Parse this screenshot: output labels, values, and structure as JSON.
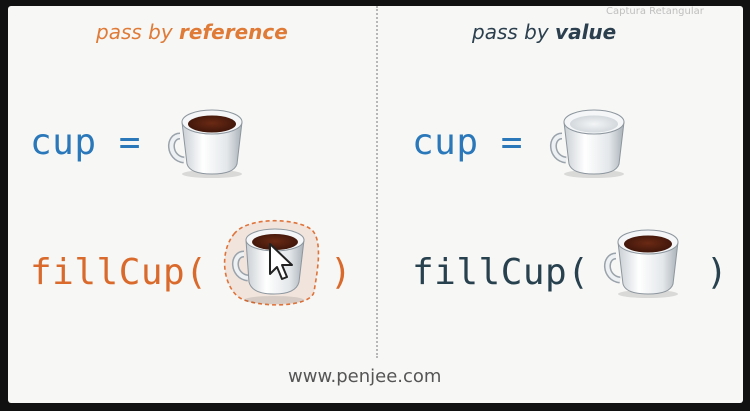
{
  "left": {
    "heading_plain": "pass by ",
    "heading_bold": "reference",
    "line1": {
      "var": "cup",
      "op": "="
    },
    "line2": {
      "call": "fillCup(",
      "close": ")"
    }
  },
  "right": {
    "heading_plain": "pass by ",
    "heading_bold": "value",
    "line1": {
      "var": "cup",
      "op": "="
    },
    "line2": {
      "call": "fillCup(",
      "close": ")"
    }
  },
  "footer": {
    "url": "www.penjee.com"
  },
  "watermark": "Captura Retangular",
  "icons": {
    "full_cup": "full-coffee-cup-icon",
    "empty_cup": "empty-cup-icon",
    "cursor": "mouse-pointer-icon"
  },
  "colors": {
    "reference_heading": "#df7a37",
    "value_heading": "#2b3f4e",
    "variable_blue": "#2a78ba",
    "call_orange": "#d96a2c",
    "call_dark": "#28414f",
    "coffee": "#5a2312",
    "background": "#f7f7f5"
  }
}
